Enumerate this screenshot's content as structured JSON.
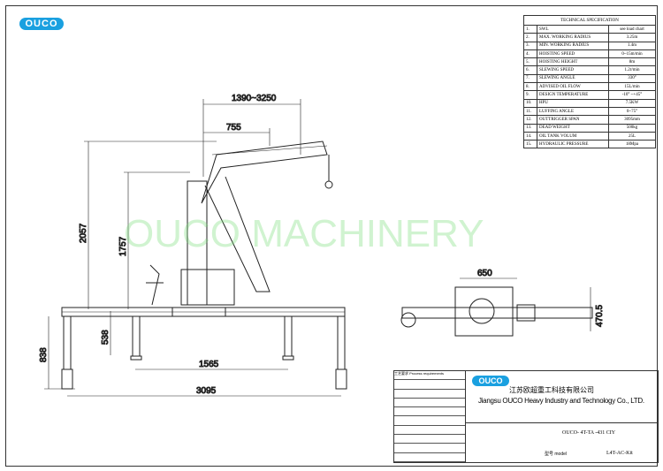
{
  "logo": "OUCO",
  "watermark": "OUCO MACHINERY",
  "spec": {
    "title": "TECHNICAL SPECIFICATION",
    "rows": [
      {
        "no": "1.",
        "item": "SWL",
        "value": "see load chart"
      },
      {
        "no": "2.",
        "item": "MAX. WORKING RADIUS",
        "value": "3.25m"
      },
      {
        "no": "3.",
        "item": "MIN. WORKING RADIUS",
        "value": "1.4m"
      },
      {
        "no": "4.",
        "item": "HOISTING SPEED",
        "value": "0~15m/min"
      },
      {
        "no": "5.",
        "item": "HOISTING HEIGHT",
        "value": "8m"
      },
      {
        "no": "6.",
        "item": "SLEWING SPEED",
        "value": "1.2r/min"
      },
      {
        "no": "7.",
        "item": "SLEWING ANGLE",
        "value": "330°"
      },
      {
        "no": "8.",
        "item": "ADVISED OIL FLOW",
        "value": "15L/min"
      },
      {
        "no": "9.",
        "item": "DESIGN TEMPERATURE",
        "value": "-10° ~+45°"
      },
      {
        "no": "10.",
        "item": "HPU",
        "value": "7.5KW"
      },
      {
        "no": "11.",
        "item": "LUFFING ANGLE",
        "value": "0~75°"
      },
      {
        "no": "12.",
        "item": "OUTTRIGGER SPAN",
        "value": "3095mm"
      },
      {
        "no": "13.",
        "item": "DEAD WEIGHT",
        "value": "500kg"
      },
      {
        "no": "14.",
        "item": "OIL TANK VOLUM",
        "value": "25L"
      },
      {
        "no": "15.",
        "item": "HYDRAULIC PRESSURE",
        "value": "18Mpa"
      }
    ]
  },
  "dimensions": {
    "reach": "1390~3250",
    "boom": "755",
    "height_max": "2057",
    "height": "1757",
    "base": "538",
    "leg": "838",
    "span_inner": "1565",
    "span": "3095",
    "top_width": "650",
    "top_depth": "470.5"
  },
  "title_block": {
    "logo": "OUCO",
    "company_cn": "江苏欧超重工科技有限公司",
    "company_en": "Jiangsu OUCO Heavy Industry and Technology Co., LTD.",
    "drawing_code": "OUCO- 4T-TA -431 CIY",
    "model_label": "型号 model",
    "model": "L4T-AC-Kit",
    "process_title": "工艺要求 Process requirements"
  }
}
